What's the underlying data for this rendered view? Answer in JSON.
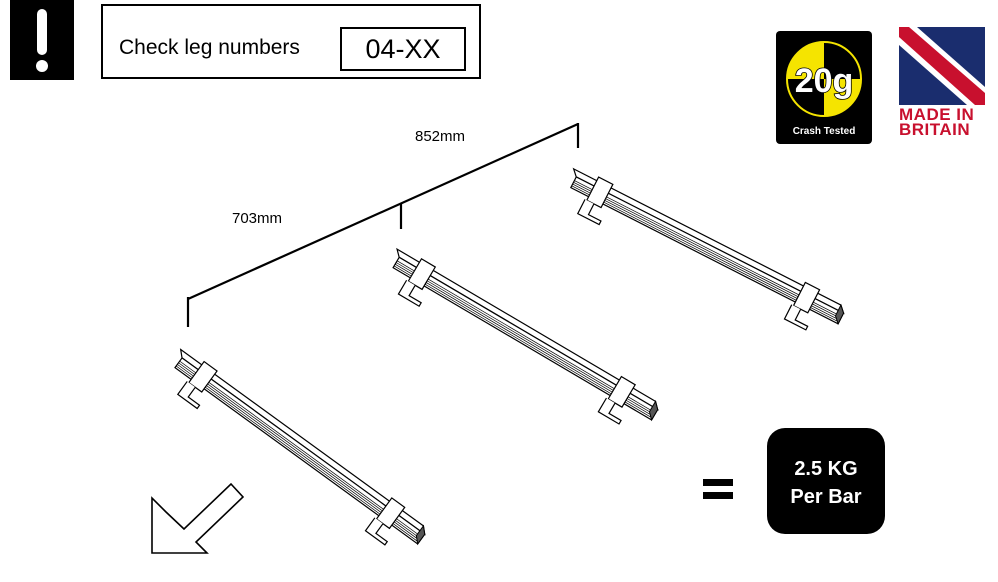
{
  "warning": {
    "icon": "exclamation-icon"
  },
  "check": {
    "label": "Check leg numbers",
    "leg_code": "04-XX"
  },
  "dimensions": {
    "rear_spacing": "852mm",
    "middle_spacing": "703mm"
  },
  "crash_badge": {
    "value": "20g",
    "label": "Crash Tested",
    "colors": [
      "#f5e400",
      "#000000"
    ]
  },
  "made_in": {
    "line1": "MADE IN",
    "line2": "BRITAIN",
    "color": "#c8102e",
    "flag_blue": "#1a2d6e"
  },
  "weight": {
    "equals_icon": "equals-icon",
    "line1": "2.5 KG",
    "line2": "Per Bar"
  },
  "direction": {
    "icon": "arrow-down-left-icon"
  }
}
